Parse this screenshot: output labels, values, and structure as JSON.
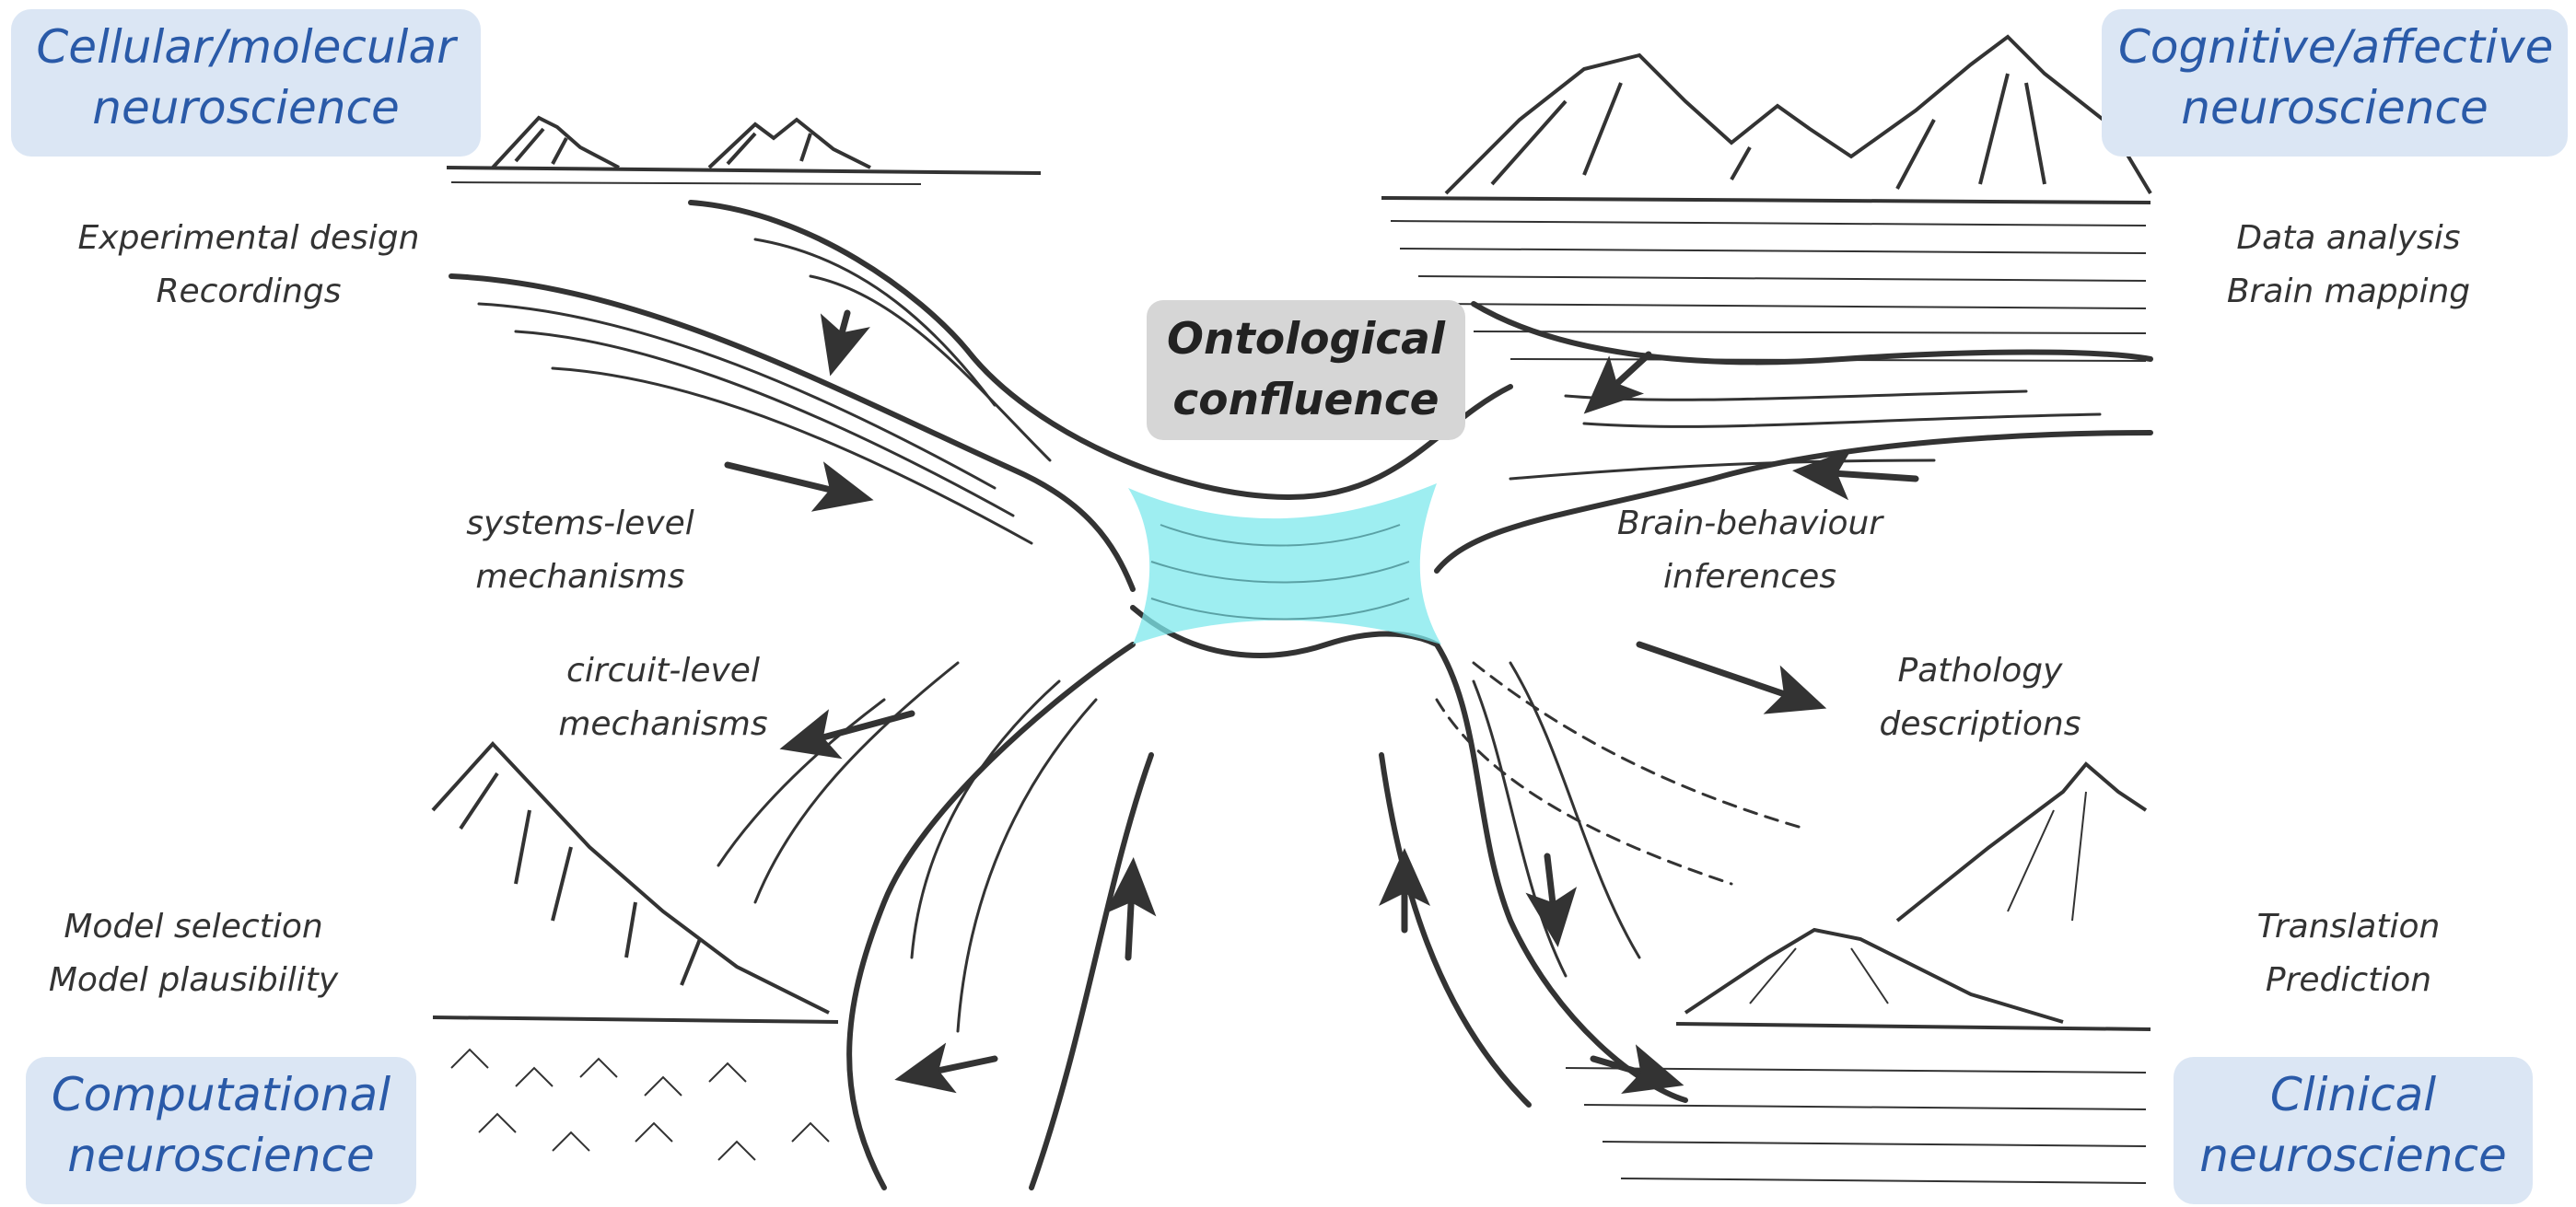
{
  "corners": {
    "top_left": {
      "line1": "Cellular/molecular",
      "line2": "neuroscience"
    },
    "top_right": {
      "line1": "Cognitive/affective",
      "line2": "neuroscience"
    },
    "bottom_left": {
      "line1": "Computational",
      "line2": "neuroscience"
    },
    "bottom_right": {
      "line1": "Clinical",
      "line2": "neuroscience"
    }
  },
  "center": {
    "line1": "Ontological",
    "line2": "confluence"
  },
  "notes": {
    "top_left": {
      "line1": "Experimental design",
      "line2": "Recordings"
    },
    "top_right": {
      "line1": "Data analysis",
      "line2": "Brain mapping"
    },
    "bottom_left": {
      "line1": "Model selection",
      "line2": "Model plausibility"
    },
    "bottom_right": {
      "line1": "Translation",
      "line2": "Prediction"
    },
    "systems": {
      "line1": "systems-level",
      "line2": "mechanisms"
    },
    "circuit": {
      "line1": "circuit-level",
      "line2": "mechanisms"
    },
    "brain_behaviour": {
      "line1": "Brain-behaviour",
      "line2": "inferences"
    },
    "pathology": {
      "line1": "Pathology",
      "line2": "descriptions"
    }
  },
  "colors": {
    "label_bg": "#dbe6f4",
    "label_text": "#2a5aa8",
    "confluence_highlight": "#7ee8ec",
    "ink": "#333333"
  }
}
